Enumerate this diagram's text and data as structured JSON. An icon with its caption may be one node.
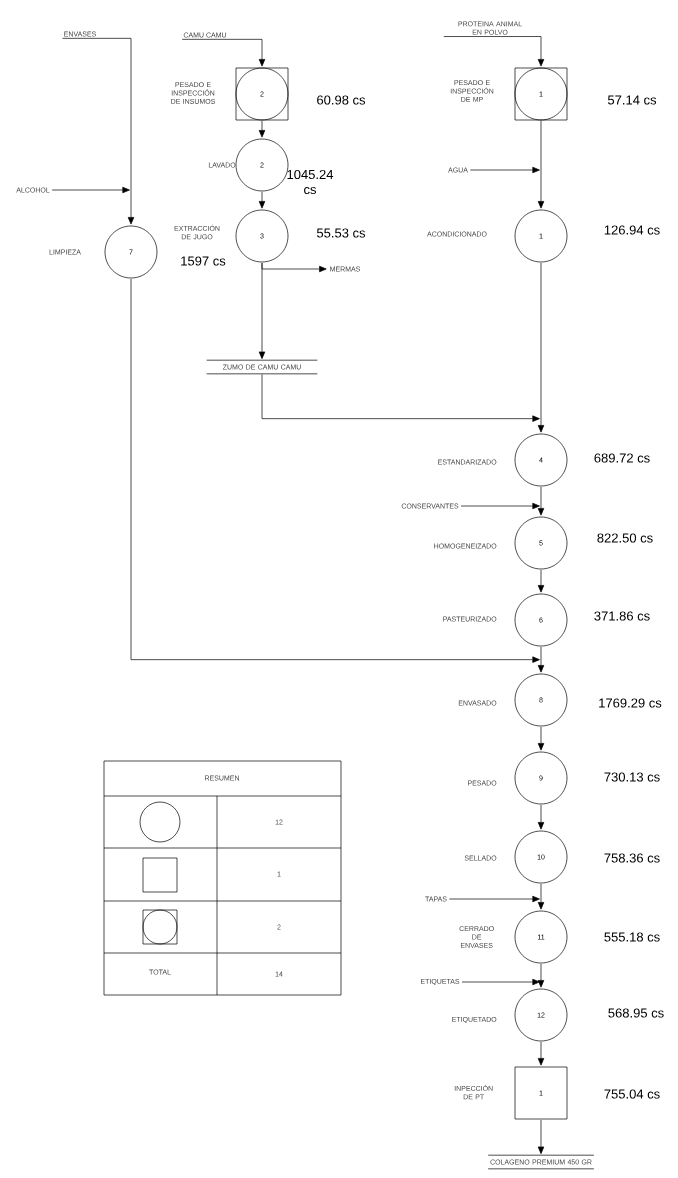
{
  "diagram": {
    "nodes": [
      {
        "text": [
          "ENVASES"
        ]
      },
      {
        "text": [
          "CAMU CAMU"
        ]
      },
      {
        "text": [
          "PROTEINA ANIMAL EN POLVO"
        ]
      },
      {
        "text": [
          "2"
        ],
        "beside": [
          "PESADO E INSPECCIÓN DE INSUMOS",
          "60.98 cs"
        ]
      },
      {
        "text": [
          "1"
        ],
        "beside": [
          "PESADO E INSPECCIÓN DE MP",
          "57.14 cs"
        ]
      },
      {
        "text": [
          "2"
        ],
        "beside": [
          "LAVADO",
          "1045.24 cs"
        ]
      },
      {
        "text": [
          "ALCOHOL"
        ]
      },
      {
        "text": [
          "AGUA"
        ]
      },
      {
        "text": [
          "3"
        ],
        "beside": [
          "EXTRACCIÓN DE JUGO",
          "55.53 cs"
        ]
      },
      {
        "text": [
          "7"
        ],
        "beside": [
          "LIMPIEZA"
        ]
      },
      {
        "text": [
          "1"
        ],
        "beside": [
          "ACONDICIONADO",
          "126.94 cs"
        ]
      },
      {
        "text": [
          "MERMAS"
        ]
      },
      {
        "text": [
          "ZUMO DE CAMU CAMU"
        ]
      },
      {
        "text": [
          "4"
        ],
        "beside": [
          "ESTANDARIZADO",
          "689.72 cs"
        ]
      },
      {
        "text": [
          "CONSERVANTES"
        ]
      },
      {
        "text": [
          "5"
        ],
        "beside": [
          "HOMOGENEIZADO",
          "822.50 cs"
        ]
      },
      {
        "text": [
          "6"
        ],
        "beside": [
          "PASTEURIZADO",
          "371.86 cs"
        ]
      },
      {
        "text": [
          "8"
        ],
        "beside": [
          "ENVASADO",
          "1769.29 cs"
        ]
      },
      {
        "text": [
          "9"
        ],
        "beside": [
          "PESADO",
          "730.13 cs"
        ]
      },
      {
        "text": [
          "10"
        ],
        "beside": [
          "SELLADO",
          "758.36 cs"
        ]
      },
      {
        "text": [
          "TAPAS"
        ]
      },
      {
        "text": [
          "11"
        ],
        "beside": [
          "CERRADO DE ENVASES",
          "555.18 cs"
        ]
      },
      {
        "text": [
          "ETIQUETAS"
        ]
      },
      {
        "text": [
          "12"
        ],
        "beside": [
          "ETIQUETADO",
          "568.95 cs"
        ]
      },
      {
        "text": [
          "1"
        ],
        "beside": [
          "INPECCIÓN DE PT",
          "755.04 cs"
        ]
      },
      {
        "text": [
          "COLAGENO PREMIUM 450 GR"
        ]
      }
    ],
    "edges": [
      {
        "from": 0,
        "to": 9,
        "arrow": "to"
      },
      {
        "from": 6,
        "to": 9,
        "arrow": "to"
      },
      {
        "from": 1,
        "to": 3,
        "arrow": "to"
      },
      {
        "from": 3,
        "to": 5,
        "arrow": "to"
      },
      {
        "from": 5,
        "to": 8,
        "arrow": "to"
      },
      {
        "from": 8,
        "to": 11,
        "arrow": "to"
      },
      {
        "from": 8,
        "to": 12,
        "arrow": "to"
      },
      {
        "from": 12,
        "to": 13,
        "arrow": "to"
      },
      {
        "from": 2,
        "to": 4,
        "arrow": "to"
      },
      {
        "from": 4,
        "to": 10,
        "arrow": "to"
      },
      {
        "from": 7,
        "to": 10,
        "arrow": "to"
      },
      {
        "from": 10,
        "to": 13,
        "arrow": "to"
      },
      {
        "from": 13,
        "to": 15,
        "arrow": "to"
      },
      {
        "from": 14,
        "to": 15,
        "arrow": "to"
      },
      {
        "from": 15,
        "to": 16,
        "arrow": "to"
      },
      {
        "from": 16,
        "to": 17,
        "arrow": "to"
      },
      {
        "from": 9,
        "to": 17,
        "arrow": "to"
      },
      {
        "from": 17,
        "to": 18,
        "arrow": "to"
      },
      {
        "from": 18,
        "to": 19,
        "arrow": "to"
      },
      {
        "from": 19,
        "to": 21,
        "arrow": "to"
      },
      {
        "from": 20,
        "to": 21,
        "arrow": "to"
      },
      {
        "from": 21,
        "to": 23,
        "arrow": "to"
      },
      {
        "from": 22,
        "to": 23,
        "arrow": "to"
      },
      {
        "from": 23,
        "to": 24,
        "arrow": "to"
      },
      {
        "from": 24,
        "to": 25,
        "arrow": "to"
      }
    ],
    "labels": [
      "1597 cs",
      "RESUMEN",
      "12",
      "1",
      "2",
      "TOTAL",
      "14"
    ]
  }
}
